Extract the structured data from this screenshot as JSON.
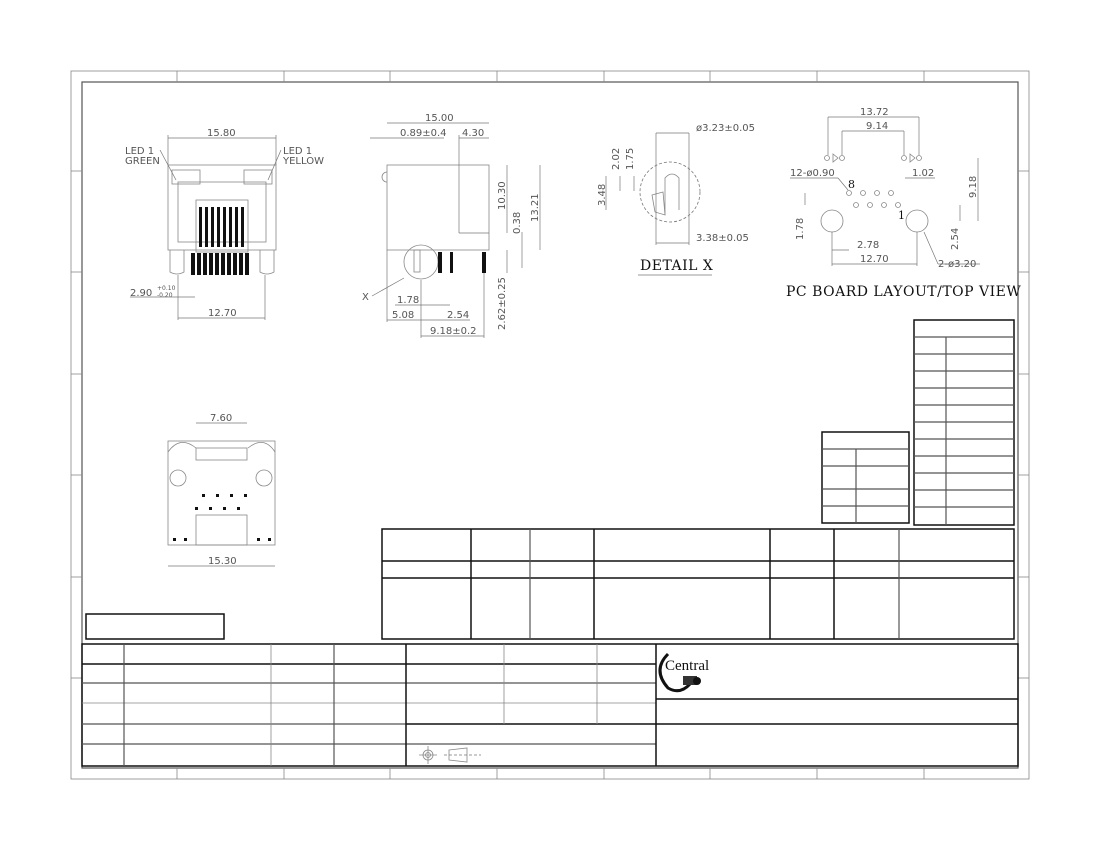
{
  "drawing": {
    "front_view": {
      "width_dim": "15.80",
      "pin_span_dim": "12.70",
      "post_offset_dim": "2.90",
      "post_offset_tol_plus": "+0.10",
      "post_offset_tol_minus": "-0.20",
      "led_left_label": [
        "LED 1",
        "GREEN"
      ],
      "led_right_label": [
        "LED 1",
        "YELLOW"
      ]
    },
    "side_view": {
      "length_dim": "15.00",
      "front_offset_dim": "0.89±0.4",
      "rear_dim": "4.30",
      "body_height_dim": "10.30",
      "standoff_dim": "0.38",
      "total_height_dim": "13.21",
      "pin_length_dim": "2.62±0.25",
      "detail_callout": "X",
      "dim_178": "1.78",
      "dim_508": "5.08",
      "dim_254": "2.54",
      "dim_918": "9.18±0.2"
    },
    "detail_x": {
      "title": "DETAIL X",
      "diameter_dim": "ø3.23±0.05",
      "width_dim": "3.38±0.05",
      "dim_202": "2.02",
      "dim_175": "1.75",
      "dim_348": "3.48"
    },
    "pcb_layout": {
      "title": "PC BOARD LAYOUT/TOP VIEW",
      "dim_1372": "13.72",
      "dim_914": "9.14",
      "hole_callout": "12-ø0.90",
      "pin8_label": "8",
      "pin1_label": "1",
      "dim_102": "1.02",
      "dim_918": "9.18",
      "dim_178": "1.78",
      "dim_254": "2.54",
      "dim_278": "2.78",
      "dim_1270": "12.70",
      "post_callout": "2-ø3.20"
    },
    "bottom_view": {
      "top_dim": "7.60",
      "width_dim": "15.30"
    },
    "title_block": {
      "company_logo_text": "Central"
    }
  }
}
